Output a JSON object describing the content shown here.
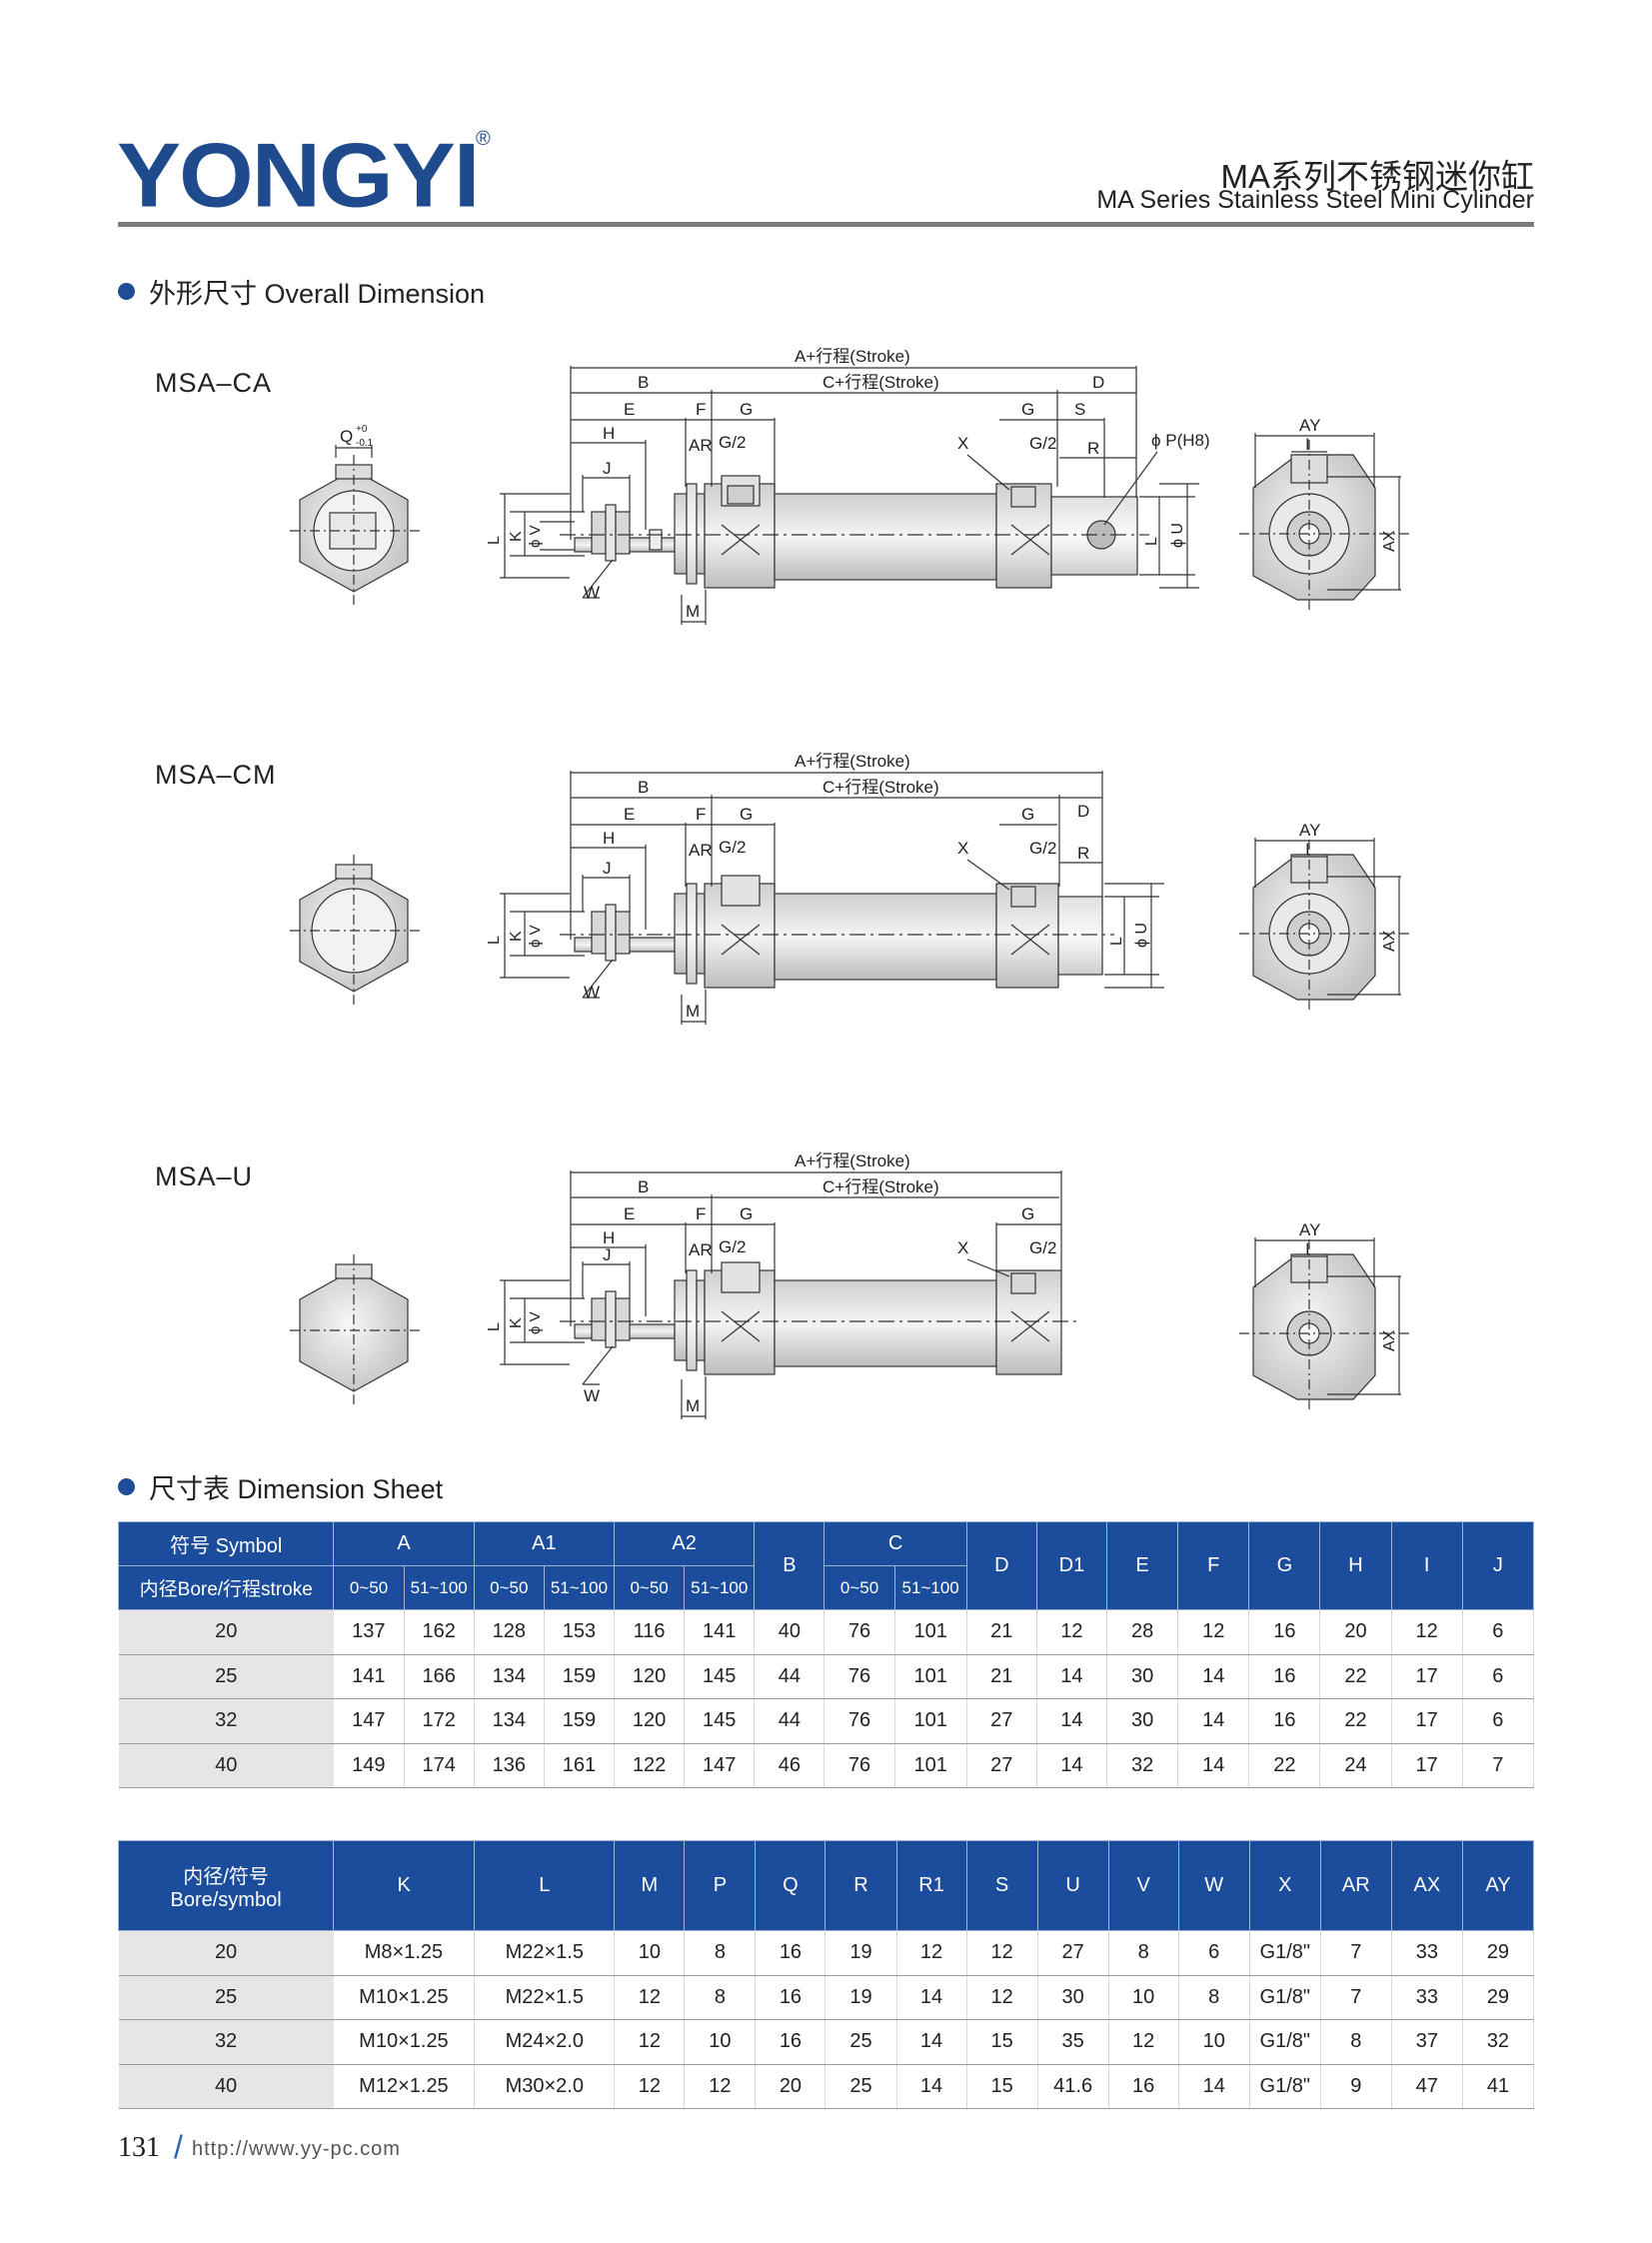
{
  "brand": {
    "name": "YONGYI",
    "reg": "®"
  },
  "header": {
    "cn_title": "MA系列不锈钢迷你缸",
    "en_title": "MA Series Stainless Steel Mini Cylinder"
  },
  "sections": {
    "overall": "外形尺寸 Overall Dimension",
    "sheet": "尺寸表 Dimension Sheet"
  },
  "models": [
    "MSA–CA",
    "MSA–CM",
    "MSA–U"
  ],
  "labels": {
    "a_stroke": "A+行程(Stroke)",
    "c_stroke": "C+行程(Stroke)",
    "B": "B",
    "D": "D",
    "E": "E",
    "F": "F",
    "G": "G",
    "S": "S",
    "H": "H",
    "J": "J",
    "AR": "AR",
    "G2": "G/2",
    "X": "X",
    "R": "R",
    "P": "ϕ P(H8)",
    "L": "L",
    "K": "K",
    "V": "ϕ V",
    "U": "ϕ U",
    "W": "W",
    "M": "M",
    "AY": "AY",
    "I": "I",
    "AX": "AX",
    "Q": "Q"
  },
  "table1": {
    "symbol": "符号 Symbol",
    "bore": "内径Bore/行程stroke",
    "groups": [
      "A",
      "A1",
      "A2",
      "B",
      "C",
      "D",
      "D1",
      "E",
      "F",
      "G",
      "H",
      "I",
      "J"
    ],
    "sub": [
      "0~50",
      "51~100"
    ],
    "rows": [
      [
        "20",
        "137",
        "162",
        "128",
        "153",
        "116",
        "141",
        "40",
        "76",
        "101",
        "21",
        "12",
        "28",
        "12",
        "16",
        "20",
        "12",
        "6"
      ],
      [
        "25",
        "141",
        "166",
        "134",
        "159",
        "120",
        "145",
        "44",
        "76",
        "101",
        "21",
        "14",
        "30",
        "14",
        "16",
        "22",
        "17",
        "6"
      ],
      [
        "32",
        "147",
        "172",
        "134",
        "159",
        "120",
        "145",
        "44",
        "76",
        "101",
        "27",
        "14",
        "30",
        "14",
        "16",
        "22",
        "17",
        "6"
      ],
      [
        "40",
        "149",
        "174",
        "136",
        "161",
        "122",
        "147",
        "46",
        "76",
        "101",
        "27",
        "14",
        "32",
        "14",
        "22",
        "24",
        "17",
        "7"
      ]
    ]
  },
  "table2": {
    "head1": "内径/符号",
    "head2": "Bore/symbol",
    "cols": [
      "K",
      "L",
      "M",
      "P",
      "Q",
      "R",
      "R1",
      "S",
      "U",
      "V",
      "W",
      "X",
      "AR",
      "AX",
      "AY"
    ],
    "rows": [
      [
        "20",
        "M8×1.25",
        "M22×1.5",
        "10",
        "8",
        "16",
        "19",
        "12",
        "12",
        "27",
        "8",
        "6",
        "G1/8\"",
        "7",
        "33",
        "29"
      ],
      [
        "25",
        "M10×1.25",
        "M22×1.5",
        "12",
        "8",
        "16",
        "19",
        "14",
        "12",
        "30",
        "10",
        "8",
        "G1/8\"",
        "7",
        "33",
        "29"
      ],
      [
        "32",
        "M10×1.25",
        "M24×2.0",
        "12",
        "10",
        "16",
        "25",
        "14",
        "15",
        "35",
        "12",
        "10",
        "G1/8\"",
        "8",
        "37",
        "32"
      ],
      [
        "40",
        "M12×1.25",
        "M30×2.0",
        "12",
        "12",
        "20",
        "25",
        "14",
        "15",
        "41.6",
        "16",
        "14",
        "G1/8\"",
        "9",
        "47",
        "41"
      ]
    ]
  },
  "footer": {
    "page": "131",
    "url": "http://www.yy-pc.com"
  },
  "colors": {
    "brand": "#1f4b8e",
    "table_head": "#1c4d9c"
  }
}
